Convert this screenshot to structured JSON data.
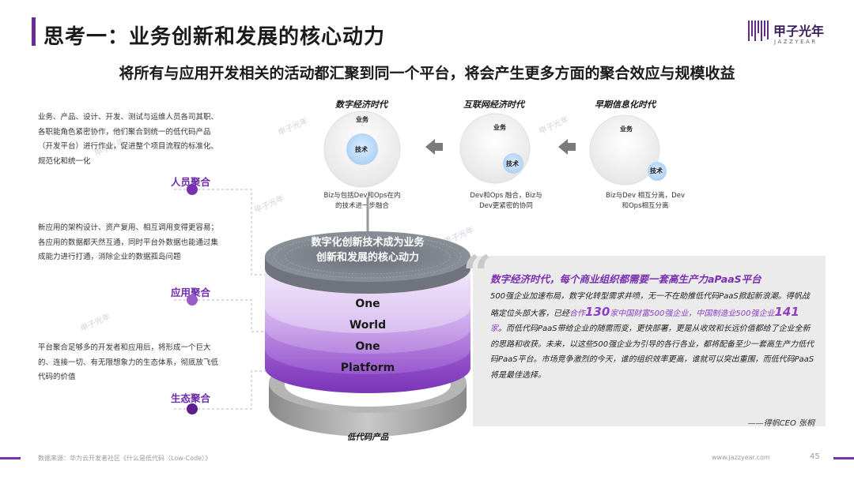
{
  "header": {
    "title": "思考一：业务创新和发展的核心动力",
    "subtitle": "将所有与应用开发相关的活动都汇聚到同一个平台，将会产生更多方面的聚合效应与规模收益",
    "logo_cn": "甲子光年",
    "logo_en": "JAZZYEAR"
  },
  "left": {
    "p1": "业务、产品、设计、开发、测试与运维人员各司其职、各职能角色紧密协作，他们聚合到统一的低代码产品（开发平台）进行作业，促进整个项目流程的标准化、规范化和统一化",
    "label1": "人员聚合",
    "p2": "新应用的架构设计、资产复用、相互调用变得更容易；各应用的数据都天然互通，同时平台外数据也能通过集成能力进行打通，消除企业的数据孤岛问题",
    "label2": "应用聚合",
    "p3": "平台聚合足够多的开发者和应用后，将形成一个巨大的、连接一切、有无限想象力的生态体系，彻底放飞低代码的价值",
    "label3": "生态聚合"
  },
  "eras": [
    {
      "title": "数字经济时代",
      "outer": "业务",
      "inner": "技术",
      "desc1": "Biz与包括Dev和Ops在内",
      "desc2": "的技术进一步融合"
    },
    {
      "title": "互联网经济时代",
      "outer": "业务",
      "inner": "技术",
      "desc1": "Dev和Ops 融合，Biz与",
      "desc2": "Dev更紧密的协同"
    },
    {
      "title": "早期信息化时代",
      "outer": "业务",
      "inner": "技术",
      "desc1": "Biz与Dev 相互分离，Dev",
      "desc2": "和Ops相互分离"
    }
  ],
  "center": {
    "core_line1": "数字化创新技术成为业务",
    "core_line2": "创新和发展的核心动力",
    "w1": "One",
    "w2": "World",
    "w3": "One",
    "w4": "Platform",
    "base_label": "低代码产品"
  },
  "quote": {
    "headline": "数字经济时代，每个商业组织都需要一套高生产力aPaaS平台",
    "b1": "500强企业加速布局，数字化转型需求井喷，无一不在助推低代码PaaS掀起新浪潮。得帆战略定位头部大客，已经",
    "b2": "合作",
    "b3": "130",
    "b4": "家中国财富500强企业，中国制造业500强企业",
    "b5": "141",
    "b6": "家",
    "b7": "。而低代码PaaS带给企业的随需而变，更快部署，更是从收效和长远价值都给了企业全新的思路和收获。未来，以这些500强企业为引导的各行各业，都将配备至少一套高生产力低代码PaaS平台。市场竞争激烈的今天，谁的组织效率更高，谁就可以突出重围，而低代码PaaS将是最佳选择。",
    "author": "——得帆CEO 张桐"
  },
  "footer": {
    "source": "数据来源：华为云开发者社区《什么是低代码（Low-Code）》",
    "url": "www.jazzyear.com",
    "page": "45"
  },
  "watermark": "甲子光年",
  "colors": {
    "accent": "#7a2fb0",
    "title_bar": "#6b2a9a",
    "highlight": "#8e3ec4"
  }
}
